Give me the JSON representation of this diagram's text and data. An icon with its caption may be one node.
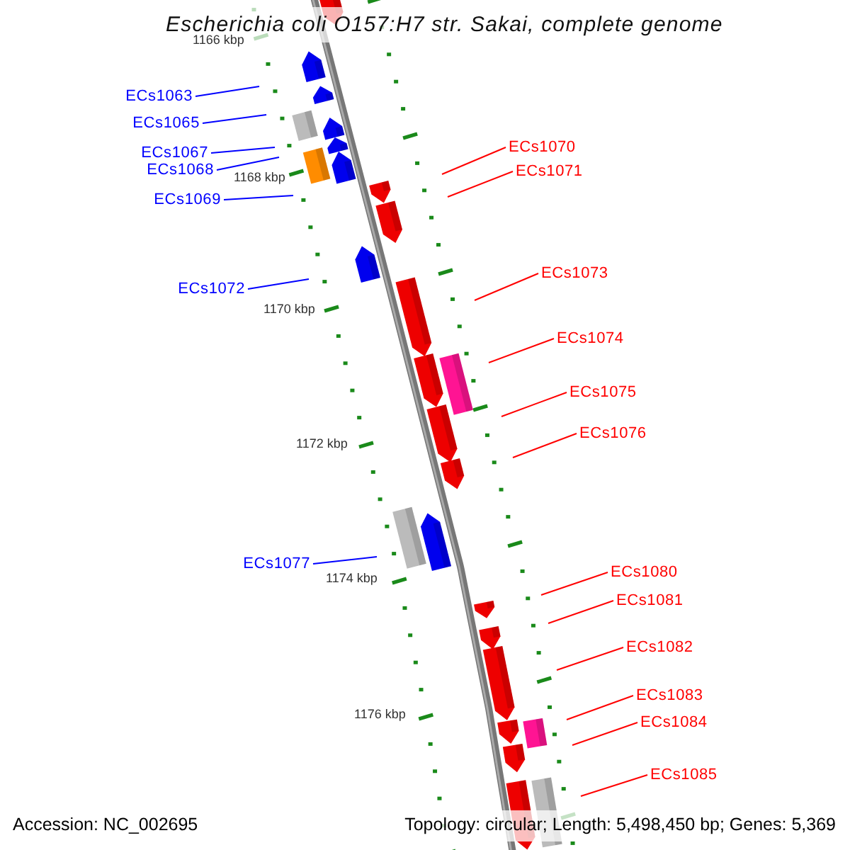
{
  "diagram": {
    "title": "Escherichia coli O157:H7 str. Sakai, complete genome",
    "nodes": [
      {
        "text": [
          "ECs1063"
        ]
      },
      {
        "text": [
          "ECs1065"
        ]
      },
      {
        "text": [
          "ECs1067"
        ]
      },
      {
        "text": [
          "ECs1068"
        ]
      },
      {
        "text": [
          "ECs1069"
        ]
      },
      {
        "text": [
          "ECs1070"
        ]
      },
      {
        "text": [
          "ECs1071"
        ]
      },
      {
        "text": [
          "ECs1072"
        ]
      },
      {
        "text": [
          "ECs1073"
        ]
      },
      {
        "text": [
          "ECs1074"
        ]
      },
      {
        "text": [
          "ECs1075"
        ]
      },
      {
        "text": [
          "ECs1076"
        ]
      },
      {
        "text": [
          "ECs1077"
        ]
      },
      {
        "text": [
          "ECs1080"
        ]
      },
      {
        "text": [
          "ECs1081"
        ]
      },
      {
        "text": [
          "ECs1082"
        ]
      },
      {
        "text": [
          "ECs1083"
        ]
      },
      {
        "text": [
          "ECs1084"
        ]
      },
      {
        "text": [
          "ECs1085"
        ]
      }
    ],
    "edges": [
      {
        "from": 0,
        "to": null,
        "arrow": "none",
        "color": "#0000ff"
      },
      {
        "from": 1,
        "to": null,
        "arrow": "none",
        "color": "#0000ff"
      },
      {
        "from": 2,
        "to": null,
        "arrow": "none",
        "color": "#0000ff"
      },
      {
        "from": 3,
        "to": null,
        "arrow": "none",
        "color": "#0000ff"
      },
      {
        "from": 4,
        "to": null,
        "arrow": "none",
        "color": "#0000ff"
      },
      {
        "from": 5,
        "to": null,
        "arrow": "none"
      },
      {
        "from": 6,
        "to": null,
        "arrow": "none"
      },
      {
        "from": 7,
        "to": null,
        "arrow": "none",
        "color": "#0000ff"
      },
      {
        "from": 8,
        "to": null,
        "arrow": "none"
      },
      {
        "from": 9,
        "to": null,
        "arrow": "none"
      },
      {
        "from": 10,
        "to": null,
        "arrow": "none"
      },
      {
        "from": 11,
        "to": null,
        "arrow": "none"
      },
      {
        "from": 12,
        "to": null,
        "arrow": "none",
        "color": "#0000ff"
      },
      {
        "from": 13,
        "to": null,
        "arrow": "none"
      },
      {
        "from": 14,
        "to": null,
        "arrow": "none"
      },
      {
        "from": 15,
        "to": null,
        "arrow": "none"
      },
      {
        "from": 16,
        "to": null,
        "arrow": "none"
      },
      {
        "from": 17,
        "to": null,
        "arrow": "none"
      },
      {
        "from": 18,
        "to": null,
        "arrow": "none"
      }
    ],
    "labels": [
      "1166 kbp",
      "1168 kbp",
      "1170 kbp",
      "1172 kbp",
      "1174 kbp",
      "1176 kbp",
      "Accession: NC_002695",
      "Topology: circular; Length: 5,498,450 bp; Genes: 5,369"
    ]
  }
}
